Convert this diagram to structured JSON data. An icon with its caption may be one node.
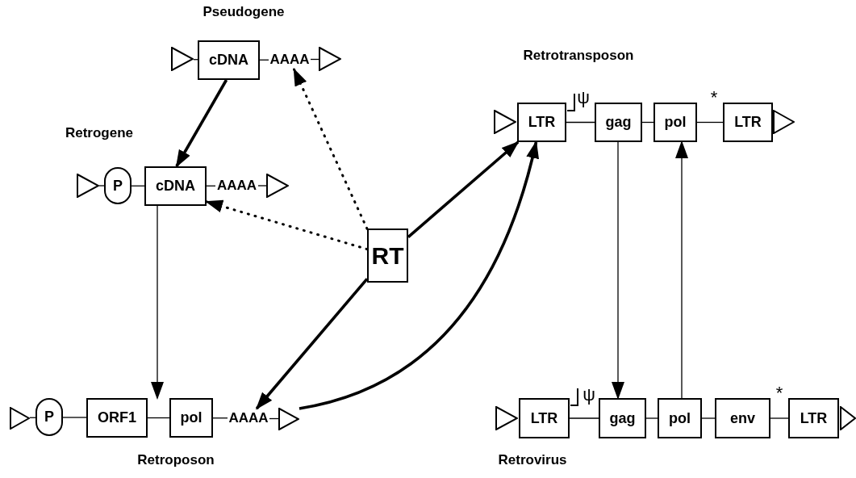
{
  "diagram": {
    "nodes": [
      {
        "text": [],
        "shape": "triangle"
      },
      {
        "text": [
          "cDNA"
        ]
      },
      {
        "text": [
          "AAAA"
        ]
      },
      {
        "text": [],
        "shape": "triangle"
      },
      {
        "text": [],
        "shape": "triangle"
      },
      {
        "text": [
          "P"
        ]
      },
      {
        "text": [
          "cDNA"
        ]
      },
      {
        "text": [
          "AAAA"
        ]
      },
      {
        "text": [],
        "shape": "triangle"
      },
      {
        "text": [
          "RT"
        ]
      },
      {
        "text": [],
        "shape": "triangle"
      },
      {
        "text": [
          "LTR"
        ]
      },
      {
        "text": [
          "gag"
        ]
      },
      {
        "text": [
          "pol"
        ]
      },
      {
        "text": [
          "LTR"
        ]
      },
      {
        "text": [],
        "shape": "triangle"
      },
      {
        "text": [],
        "shape": "triangle"
      },
      {
        "text": [
          "P"
        ]
      },
      {
        "text": [
          "ORF1"
        ]
      },
      {
        "text": [
          "pol"
        ]
      },
      {
        "text": [
          "AAAA"
        ]
      },
      {
        "text": [],
        "shape": "triangle"
      },
      {
        "text": [],
        "shape": "triangle"
      },
      {
        "text": [
          "LTR"
        ]
      },
      {
        "text": [
          "gag"
        ]
      },
      {
        "text": [
          "pol"
        ]
      },
      {
        "text": [
          "env"
        ]
      },
      {
        "text": [
          "LTR"
        ]
      },
      {
        "text": [],
        "shape": "triangle"
      }
    ],
    "edges": [
      {
        "from": 0,
        "to": 1,
        "arrow": "none"
      },
      {
        "from": 1,
        "to": 2,
        "arrow": "none"
      },
      {
        "from": 2,
        "to": 3,
        "arrow": "none"
      },
      {
        "from": 4,
        "to": 5,
        "arrow": "none"
      },
      {
        "from": 5,
        "to": 6,
        "arrow": "none"
      },
      {
        "from": 6,
        "to": 7,
        "arrow": "none"
      },
      {
        "from": 7,
        "to": 8,
        "arrow": "none"
      },
      {
        "from": 11,
        "to": 12,
        "arrow": "none"
      },
      {
        "from": 12,
        "to": 13,
        "arrow": "none"
      },
      {
        "from": 13,
        "to": 14,
        "arrow": "none"
      },
      {
        "from": 16,
        "to": 17,
        "arrow": "none"
      },
      {
        "from": 17,
        "to": 18,
        "arrow": "none"
      },
      {
        "from": 18,
        "to": 19,
        "arrow": "none"
      },
      {
        "from": 19,
        "to": 20,
        "arrow": "none"
      },
      {
        "from": 20,
        "to": 21,
        "arrow": "none"
      },
      {
        "from": 23,
        "to": 24,
        "arrow": "none"
      },
      {
        "from": 24,
        "to": 25,
        "arrow": "none"
      },
      {
        "from": 25,
        "to": 26,
        "arrow": "none"
      },
      {
        "from": 26,
        "to": 27,
        "arrow": "none"
      },
      {
        "from": 1,
        "to": 6,
        "arrow": "to",
        "style": "thick"
      },
      {
        "from": 9,
        "to": 2,
        "arrow": "to",
        "style": "dashed"
      },
      {
        "from": 9,
        "to": 6,
        "arrow": "to",
        "style": "dashed"
      },
      {
        "from": 6,
        "to": 18,
        "arrow": "to"
      },
      {
        "from": 9,
        "to": 20,
        "arrow": "to",
        "style": "thick"
      },
      {
        "from": 9,
        "to": 11,
        "arrow": "to",
        "style": "thick"
      },
      {
        "from": 21,
        "to": 11,
        "arrow": "to",
        "style": "thick"
      },
      {
        "from": 12,
        "to": 24,
        "arrow": "to"
      },
      {
        "from": 25,
        "to": 13,
        "arrow": "to"
      }
    ],
    "labels": [
      "Pseudogene",
      "Retrotransposon",
      "ψ",
      "*",
      "Retrogene",
      "Retroposon",
      "Retrovirus",
      "ψ",
      "*"
    ]
  }
}
